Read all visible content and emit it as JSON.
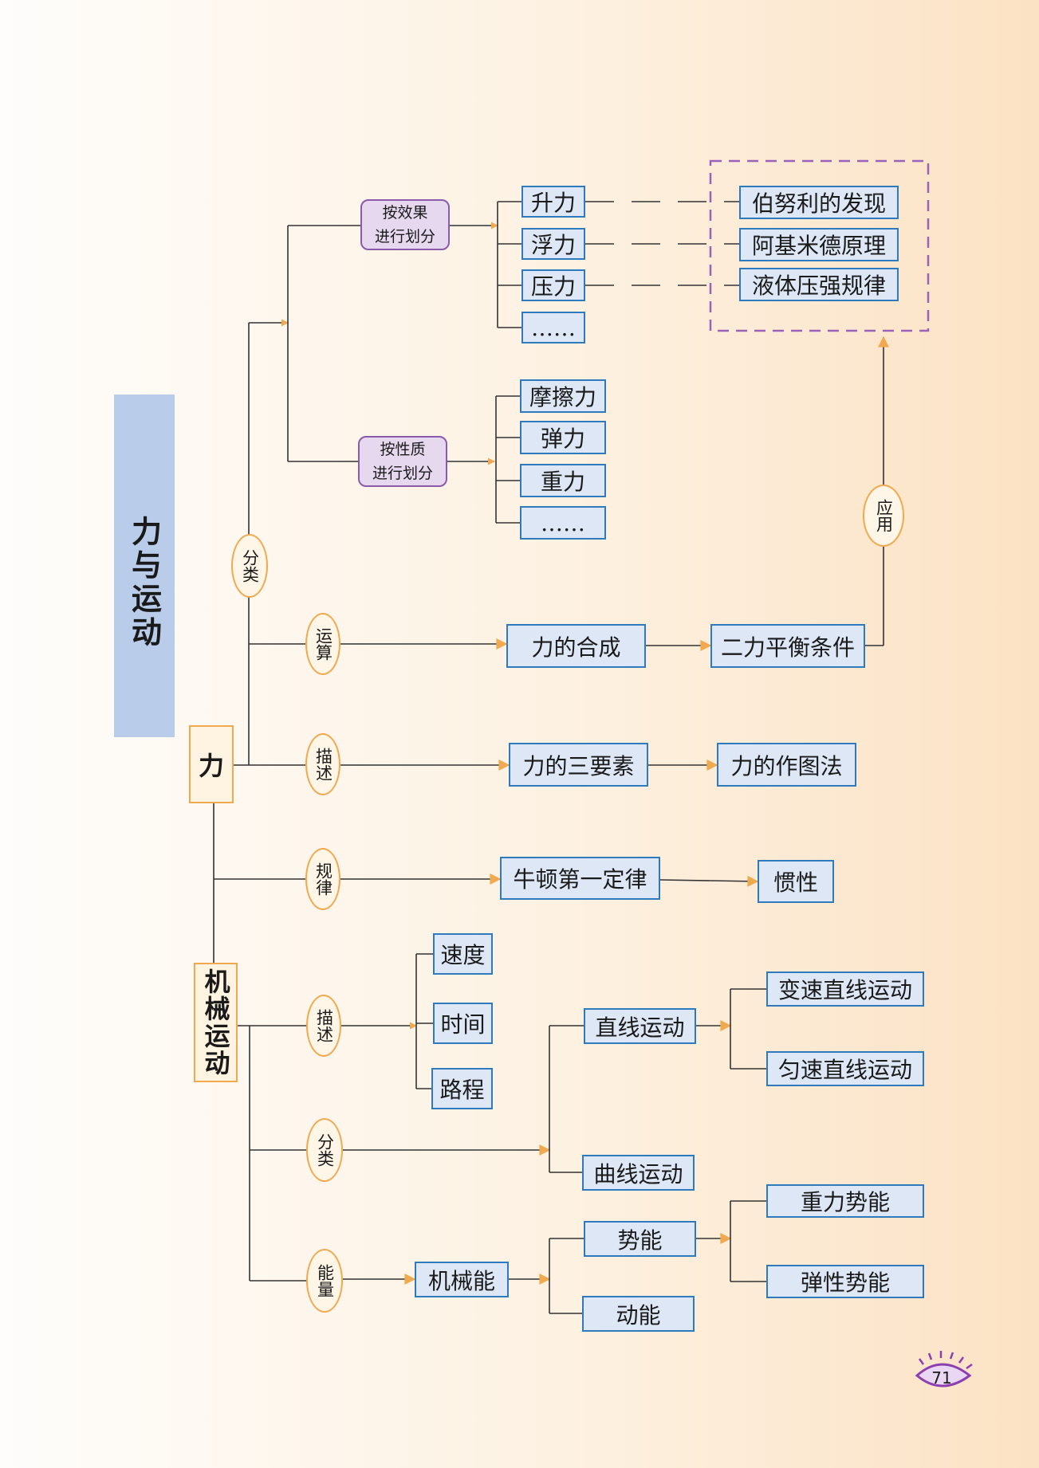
{
  "title": "力与运动",
  "page_number": "71",
  "colors": {
    "box_fill": "#dde7f6",
    "box_border": "#2f79bd",
    "oval_border": "#f0a94e",
    "line": "#333333",
    "arrow": "#f0a94e",
    "dashed_frame": "#9a63b9",
    "purple_fill": "#e6d8ef",
    "title_bar": "#b9cdeb"
  },
  "nodes": {
    "root_force": "力",
    "root_motion": "机械运动",
    "cat_effect": "按效果\n进行划分",
    "cat_nature": "按性质\n进行划分",
    "lift": "升力",
    "buoyancy": "浮力",
    "pressure": "压力",
    "effect_more": "……",
    "bernoulli": "伯努利的发现",
    "archimedes": "阿基米德原理",
    "liquid_pressure": "液体压强规律",
    "friction": "摩擦力",
    "elastic": "弹力",
    "gravity": "重力",
    "nature_more": "……",
    "force_composition": "力的合成",
    "balance_condition": "二力平衡条件",
    "three_elements": "力的三要素",
    "force_diagram": "力的作图法",
    "newton_first": "牛顿第一定律",
    "inertia": "惯性",
    "speed": "速度",
    "time": "时间",
    "distance": "路程",
    "linear_motion": "直线运动",
    "variable_linear": "变速直线运动",
    "uniform_linear": "匀速直线运动",
    "curvilinear": "曲线运动",
    "mechanical_energy": "机械能",
    "potential": "势能",
    "kinetic": "动能",
    "gravitational_pe": "重力势能",
    "elastic_pe": "弹性势能"
  },
  "ovals": {
    "classify_force": "分类",
    "operation": "运算",
    "describe_force": "描述",
    "law": "规律",
    "describe_motion": "描述",
    "classify_motion": "分类",
    "energy": "能量",
    "application": "应用"
  }
}
